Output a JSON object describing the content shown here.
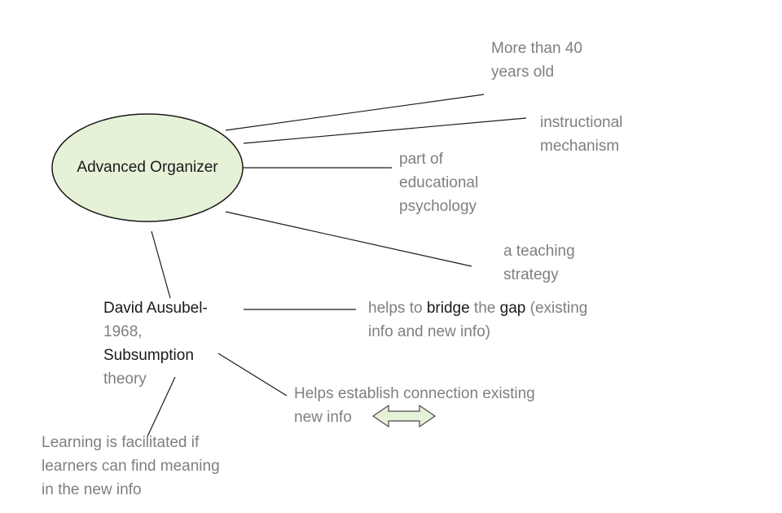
{
  "central": {
    "label": "Advanced Organizer",
    "fill": "#e6f2d8",
    "stroke": "#1a1a1a"
  },
  "nodes": {
    "age": {
      "line1": "More than 40",
      "line2": "years old"
    },
    "mechanism": {
      "line1": "instructional",
      "line2": "mechanism"
    },
    "psychology": {
      "line1": "part of",
      "line2": "educational",
      "line3": "psychology"
    },
    "strategy": {
      "line1": "a teaching",
      "line2": "strategy"
    },
    "ausubel": {
      "line1": "David Ausubel-",
      "line2": "1968,",
      "line3": "Subsumption",
      "line4": "theory"
    },
    "bridge": {
      "part1": "helps to ",
      "part2": "bridge",
      "part3": " the ",
      "part4": "gap",
      "part5": " (existing",
      "line2": "info and new info)"
    },
    "connection": {
      "line1": "Helps establish connection existing",
      "line2": "new info"
    },
    "learning": {
      "line1": "Learning is facilitated if",
      "line2": "learners can find meaning",
      "line3": "in the new info"
    }
  },
  "colors": {
    "text_dark": "#1a1a1a",
    "text_gray": "#7f7f7f",
    "arrow_fill": "#e6f2d8"
  }
}
